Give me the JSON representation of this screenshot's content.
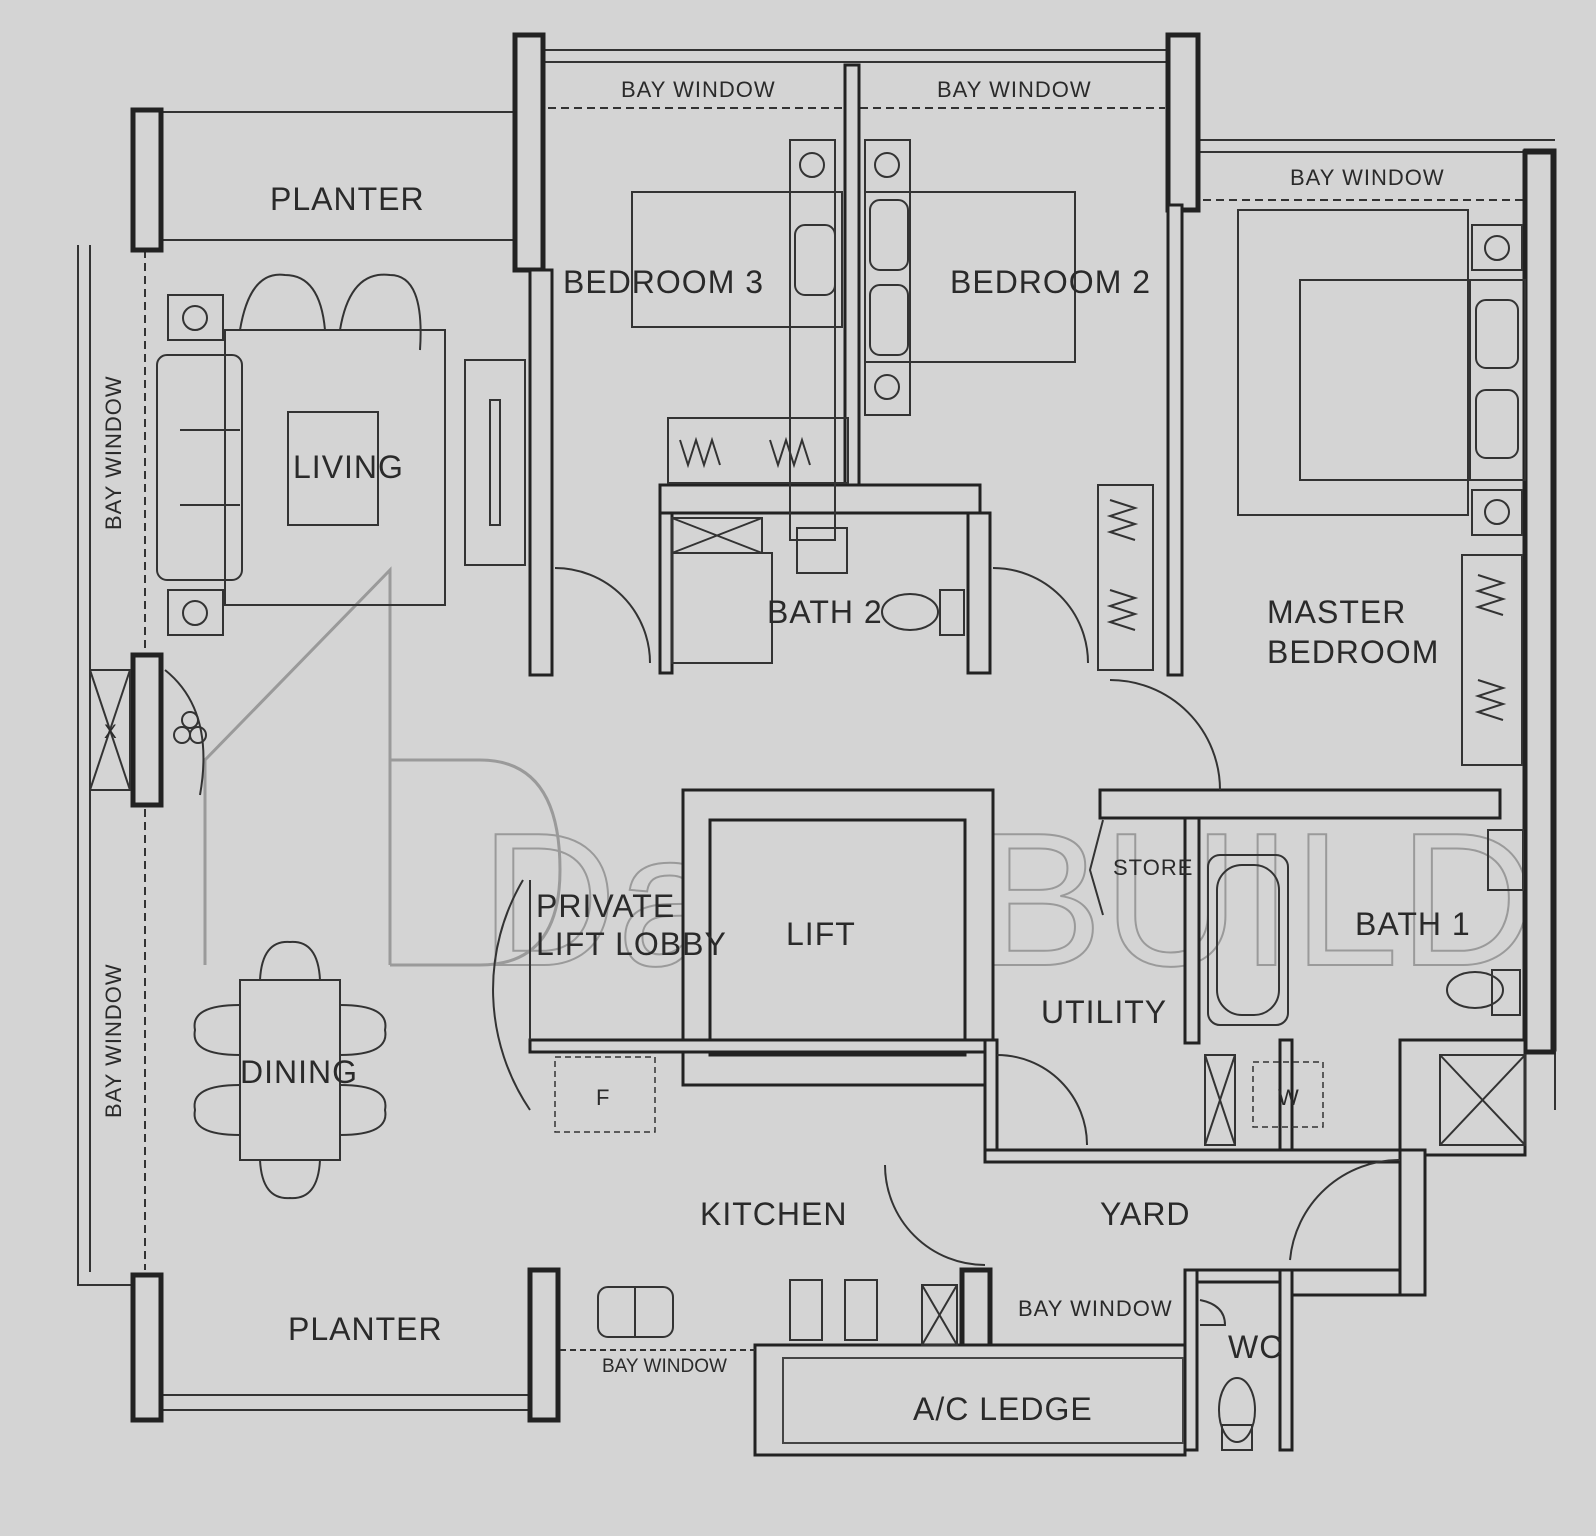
{
  "watermark": {
    "text": "Daitri.BUILD"
  },
  "rooms": {
    "planter_top": "PLANTER",
    "planter_bottom": "PLANTER",
    "living": "LIVING",
    "dining": "DINING",
    "bedroom3": "BEDROOM 3",
    "bedroom2": "BEDROOM 2",
    "bath2": "BATH 2",
    "master_bedroom_line1": "MASTER",
    "master_bedroom_line2": "BEDROOM",
    "bath1": "BATH 1",
    "store": "STORE",
    "utility": "UTILITY",
    "lift": "LIFT",
    "lift_lobby_line1": "PRIVATE",
    "lift_lobby_line2": "LIFT LOBBY",
    "kitchen": "KITCHEN",
    "yard": "YARD",
    "wc": "WC",
    "ac_ledge": "A/C LEDGE"
  },
  "windows": {
    "bay_top_left": "BAY WINDOW",
    "bay_top_right": "BAY WINDOW",
    "bay_master": "BAY WINDOW",
    "bay_living": "BAY WINDOW",
    "bay_dining": "BAY WINDOW",
    "bay_yard": "BAY WINDOW",
    "bay_kitchen": "BAY WINDOW"
  },
  "fixtures": {
    "fridge": "F",
    "washer": "W",
    "shaft_mark": "X"
  },
  "colors": {
    "background": "#d4d4d4",
    "line": "#222222",
    "watermark": "#9a9a9a"
  }
}
